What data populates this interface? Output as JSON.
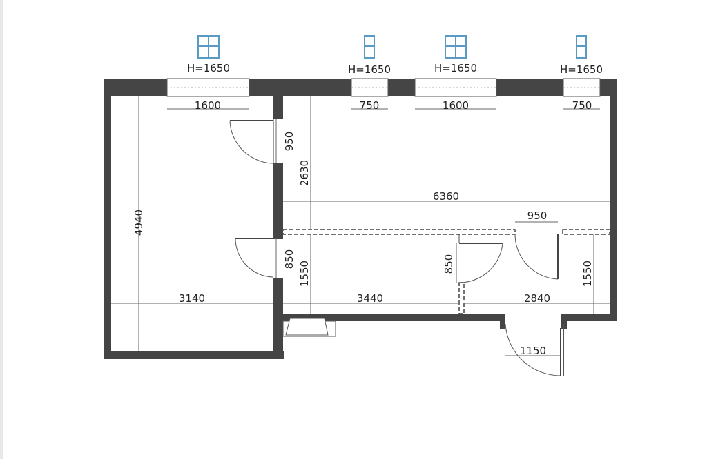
{
  "window_heights": [
    "H=1650",
    "H=1650",
    "H=1650",
    "H=1650"
  ],
  "window_widths": [
    "1600",
    "750",
    "1600",
    "750"
  ],
  "room_dims": {
    "left_room_height": "4940",
    "left_room_width": "3140",
    "door_top_left": "950",
    "door_mid_left": "850",
    "main_room_depth": "2630",
    "main_room_width": "6360",
    "corridor_depth_left": "1550",
    "corridor_width_left": "3440",
    "door_corridor": "850",
    "door_right_room": "950",
    "corridor_depth_right": "1550",
    "corridor_width_right": "2840",
    "entrance_door": "1150"
  },
  "colors": {
    "wall": "#454545",
    "window_icon": "#5a9bc5",
    "background": "#ffffff"
  }
}
